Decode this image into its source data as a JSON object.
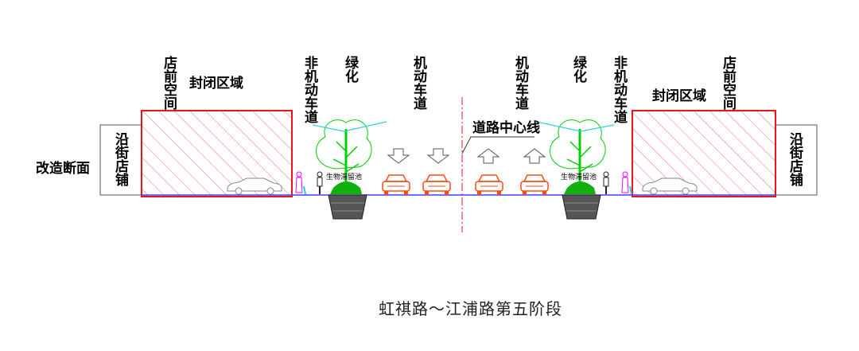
{
  "section_label": "改造断面",
  "shop": "沿街店铺",
  "shopfront_space": "店前空间",
  "closed_area": "封闭区域",
  "non_motor_lane": "非机动车道",
  "greening": "绿化",
  "motor_lane": "机动车道",
  "centerline": "道路中心线",
  "bioretention": "生物滞留池",
  "title": "虹祺路～江浦路第五阶段",
  "colors": {
    "closed": "#e8141e",
    "ground": "#4040ff",
    "tree": "#00d000",
    "car": "#ff4a10",
    "pedestrian": "#ff00ff",
    "lamp": "#30d0e0"
  }
}
